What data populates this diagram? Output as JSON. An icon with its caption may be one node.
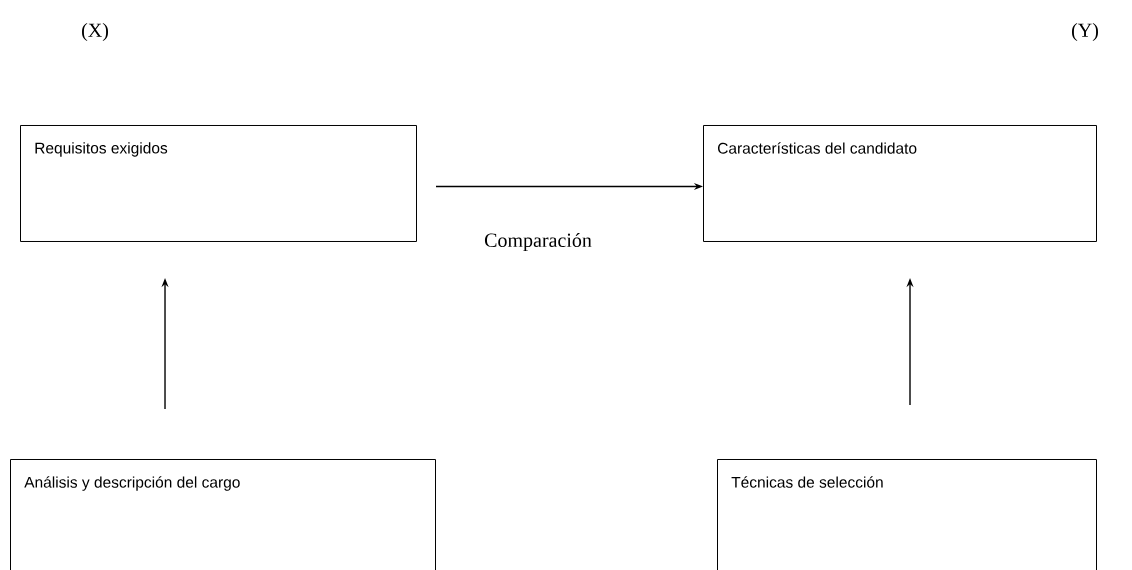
{
  "diagram": {
    "nodes": [
      {
        "text": [
          "Requisitos exigidos"
        ]
      },
      {
        "text": [
          "Características del candidato"
        ]
      },
      {
        "text": [
          "Análisis y descripción del cargo"
        ]
      },
      {
        "text": [
          "Técnicas de selección"
        ]
      }
    ],
    "edges": [
      {
        "from": 0,
        "to": 1,
        "arrow": "to",
        "label": "Comparación"
      },
      {
        "from": 2,
        "to": 0,
        "arrow": "to"
      },
      {
        "from": 3,
        "to": 1,
        "arrow": "to"
      }
    ],
    "labels": [
      "(X)",
      "(Y)"
    ]
  }
}
